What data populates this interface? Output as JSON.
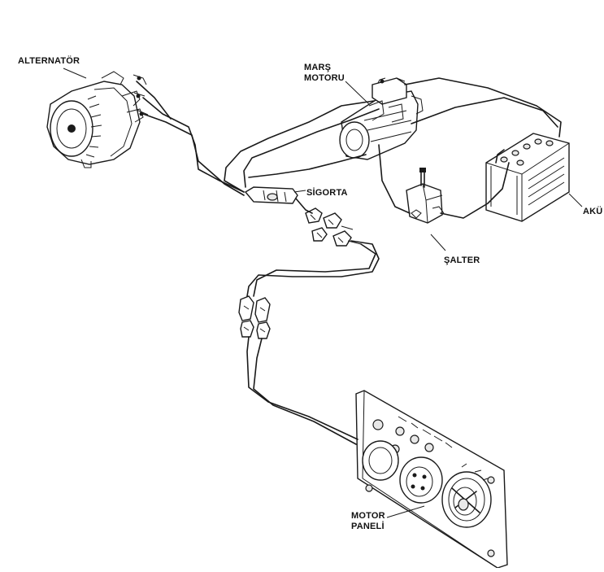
{
  "labels": {
    "alternator": "ALTERNATÖR",
    "starter_line1": "MARŞ",
    "starter_line2": "MOTORU",
    "fuse": "SİGORTA",
    "battery": "AKÜ",
    "switch": "ŞALTER",
    "panel_line1": "MOTOR",
    "panel_line2": "PANELİ"
  },
  "icons": [
    "alternator-icon",
    "starter-motor-icon",
    "fuse-icon",
    "battery-icon",
    "switch-icon",
    "connector-icon",
    "engine-panel-icon"
  ]
}
